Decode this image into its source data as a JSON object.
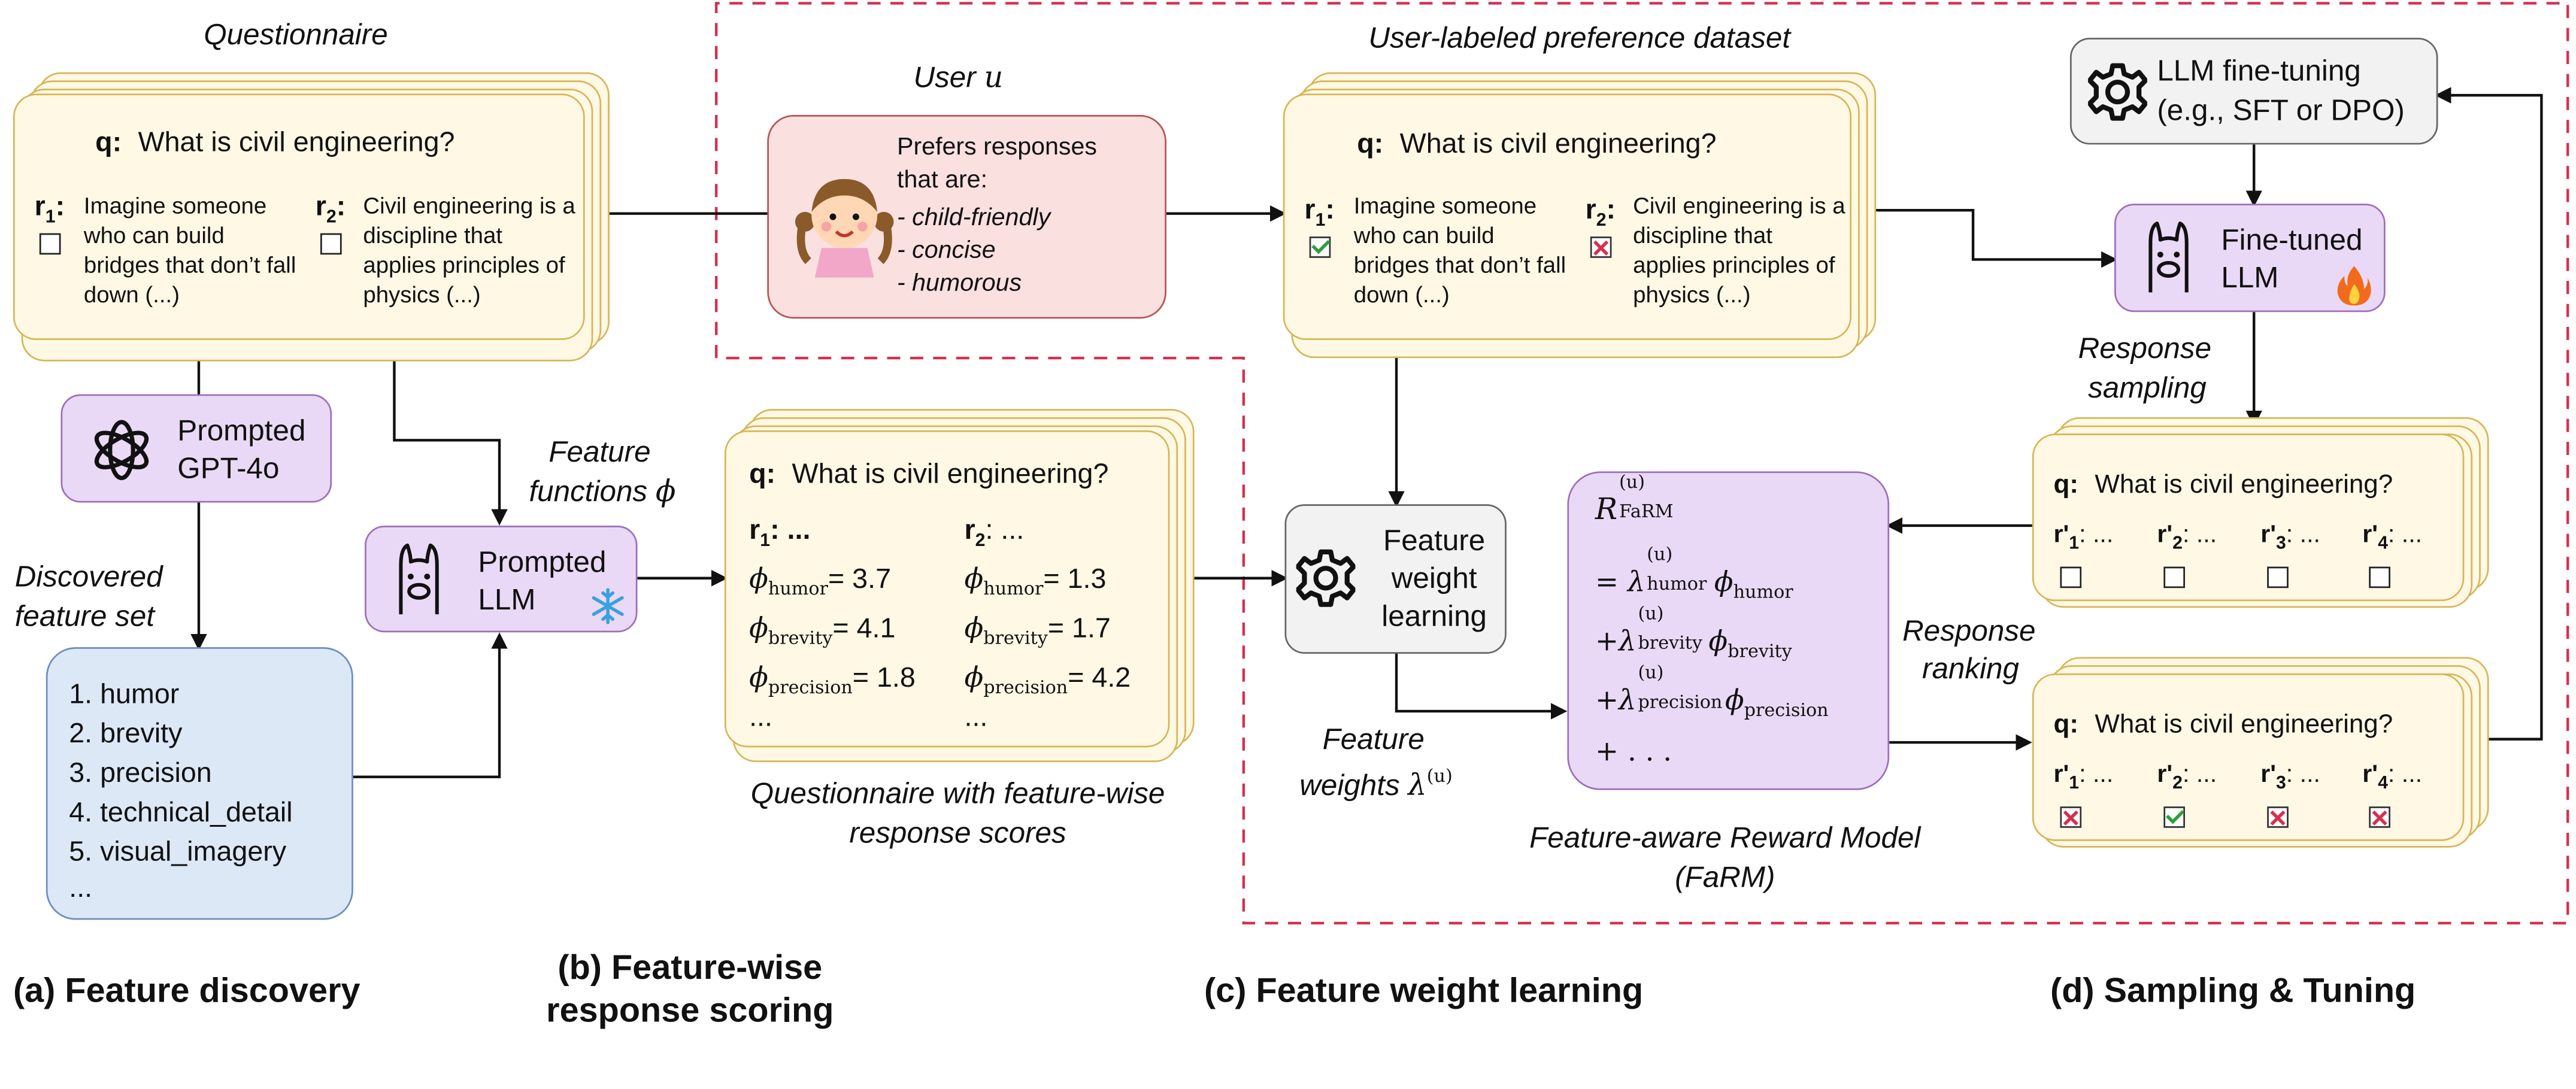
{
  "section_labels": {
    "a": "(a) Feature discovery",
    "b1": "(b) Feature-wise",
    "b2": "response scoring",
    "c": "(c) Feature weight learning",
    "d": "(d) Sampling & Tuning"
  },
  "labels": {
    "questionnaire": "Questionnaire",
    "user": "User",
    "user_var": "u",
    "dataset": "User-labeled preference dataset",
    "feature_functions_1": "Feature",
    "feature_functions_2": "functions",
    "phi_symbol": "ϕ",
    "discovered_1": "Discovered",
    "discovered_2": "feature set",
    "scored_questionnaire_1": "Questionnaire with feature-wise",
    "scored_questionnaire_2": "response scores",
    "feature_weights_1": "Feature",
    "feature_weights_2": "weights",
    "lambda_u": "λ",
    "lambda_sup": "(u)",
    "farm_1": "Feature-aware Reward Model",
    "farm_2": "(FaRM)",
    "response_sampling_1": "Response",
    "response_sampling_2": "sampling",
    "response_ranking_1": "Response",
    "response_ranking_2": "ranking"
  },
  "questionnaire": {
    "q_label": "q:",
    "question": "What is civil engineering?",
    "r1_label": "r",
    "r1_sub": "1",
    "r2_label": "r",
    "r2_sub": "2",
    "r1_text": "Imagine someone who can build bridges that don’t fall down (...)",
    "r2_text": "Civil engineering is a discipline that applies principles of physics (...)"
  },
  "boxes": {
    "gpt_1": "Prompted",
    "gpt_2": "GPT-4o",
    "llm_1": "Prompted",
    "llm_2": "LLM",
    "fwl_1": "Feature",
    "fwl_2": "weight",
    "fwl_3": "learning",
    "finetune_1": "LLM fine-tuning",
    "finetune_2": "(e.g., SFT or DPO)",
    "finetuned_1": "Fine-tuned",
    "finetuned_2": "LLM"
  },
  "features": [
    "1. humor",
    "2. brevity",
    "3. precision",
    "4. technical_detail",
    "5. visual_imagery",
    "..."
  ],
  "user_pref": {
    "intro_1": "Prefers responses",
    "intro_2": "that are:",
    "items": [
      "- child-friendly",
      "- concise",
      "- humorous"
    ]
  },
  "scores": {
    "q_label": "q:",
    "question": "What is civil engineering?",
    "r1_head": "r",
    "r1_sub": "1",
    "r1_tail": ": ...",
    "r2_head": "r",
    "r2_sub": "2",
    "r2_tail": ": ...",
    "phi": "ϕ",
    "names": [
      "humor",
      "brevity",
      "precision"
    ],
    "r1_values": [
      "= 3.7",
      "= 4.1",
      "= 1.8"
    ],
    "r2_values": [
      "= 1.3",
      "= 1.7",
      "= 4.2"
    ],
    "ellipsis": "..."
  },
  "farm_formula": {
    "R": "R",
    "R_sub": "FaRM",
    "R_sup": "(u)",
    "lambda": "λ",
    "phi": "ϕ",
    "sup": "(u)",
    "eq": "=",
    "plus": "+",
    "terms": [
      "humor",
      "brevity",
      "precision"
    ],
    "tail": "+ . . ."
  },
  "sampled": {
    "q_label": "q:",
    "question": "What is civil engineering?",
    "resp": [
      "r'",
      "r'",
      "r'",
      "r'"
    ],
    "subs": [
      "1",
      "2",
      "3",
      "4"
    ],
    "tail": ": ..."
  },
  "ranked_marks": [
    "rejected",
    "chosen",
    "rejected",
    "rejected"
  ],
  "dataset_marks": [
    "chosen",
    "rejected"
  ],
  "colors": {
    "card_fill": "#fff8e4",
    "card_border": "#d6b656",
    "purple_fill": "#ead9f6",
    "purple_border": "#9e6fba",
    "blue_fill": "#dde8f7",
    "pink_fill": "#fbe0e0",
    "dashed_region": "#d6304f"
  }
}
